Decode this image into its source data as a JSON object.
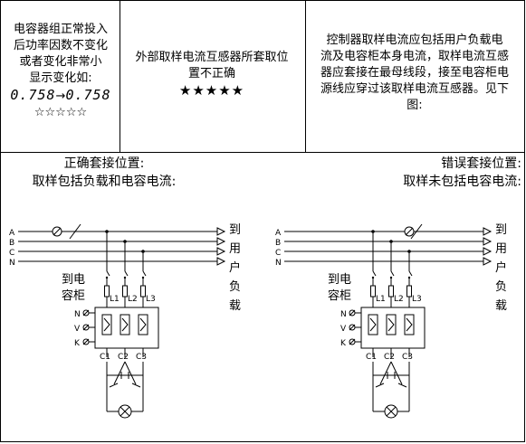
{
  "cell1": {
    "line1": "电容器组正常投入",
    "line2": "后功率因数不变化",
    "line3": "或者变化非常小",
    "line4": "显示变化如:",
    "value_from": "0.758",
    "arrow": "→",
    "value_to": "0.758",
    "stars": "☆☆☆☆☆"
  },
  "cell2": {
    "line1": "外部取样电流互感器所套取位",
    "line2": "置不正确",
    "stars": "★★★★★"
  },
  "cell3": {
    "line1": "控制器取样电流应包括用户负载电",
    "line2": "流及电容柜本身电流，取样电流互感",
    "line3": "器应套接在最母线段，接至电容柜电",
    "line4": "源线应穿过该取样电流互感器。见下",
    "line5": "图:"
  },
  "correct": {
    "title": "正确套接位置:",
    "subtitle": "取样包括负载和电容电流:"
  },
  "wrong": {
    "title": "错误套接位置:",
    "subtitle": "取样未包括电容电流:"
  },
  "diagram": {
    "bus_labels": [
      "A",
      "B",
      "C",
      "N"
    ],
    "to_user_chars": [
      "到",
      "用",
      "户",
      "负",
      "载"
    ],
    "cabinet_chars_1": "到电",
    "cabinet_chars_2": "容柜",
    "phase_labels": [
      "L1",
      "L2",
      "L3"
    ],
    "nvk_labels": [
      "N",
      "V",
      "K"
    ],
    "cap_labels": [
      "C1",
      "C2",
      "C3"
    ],
    "terminal_symbol": "⌀"
  }
}
